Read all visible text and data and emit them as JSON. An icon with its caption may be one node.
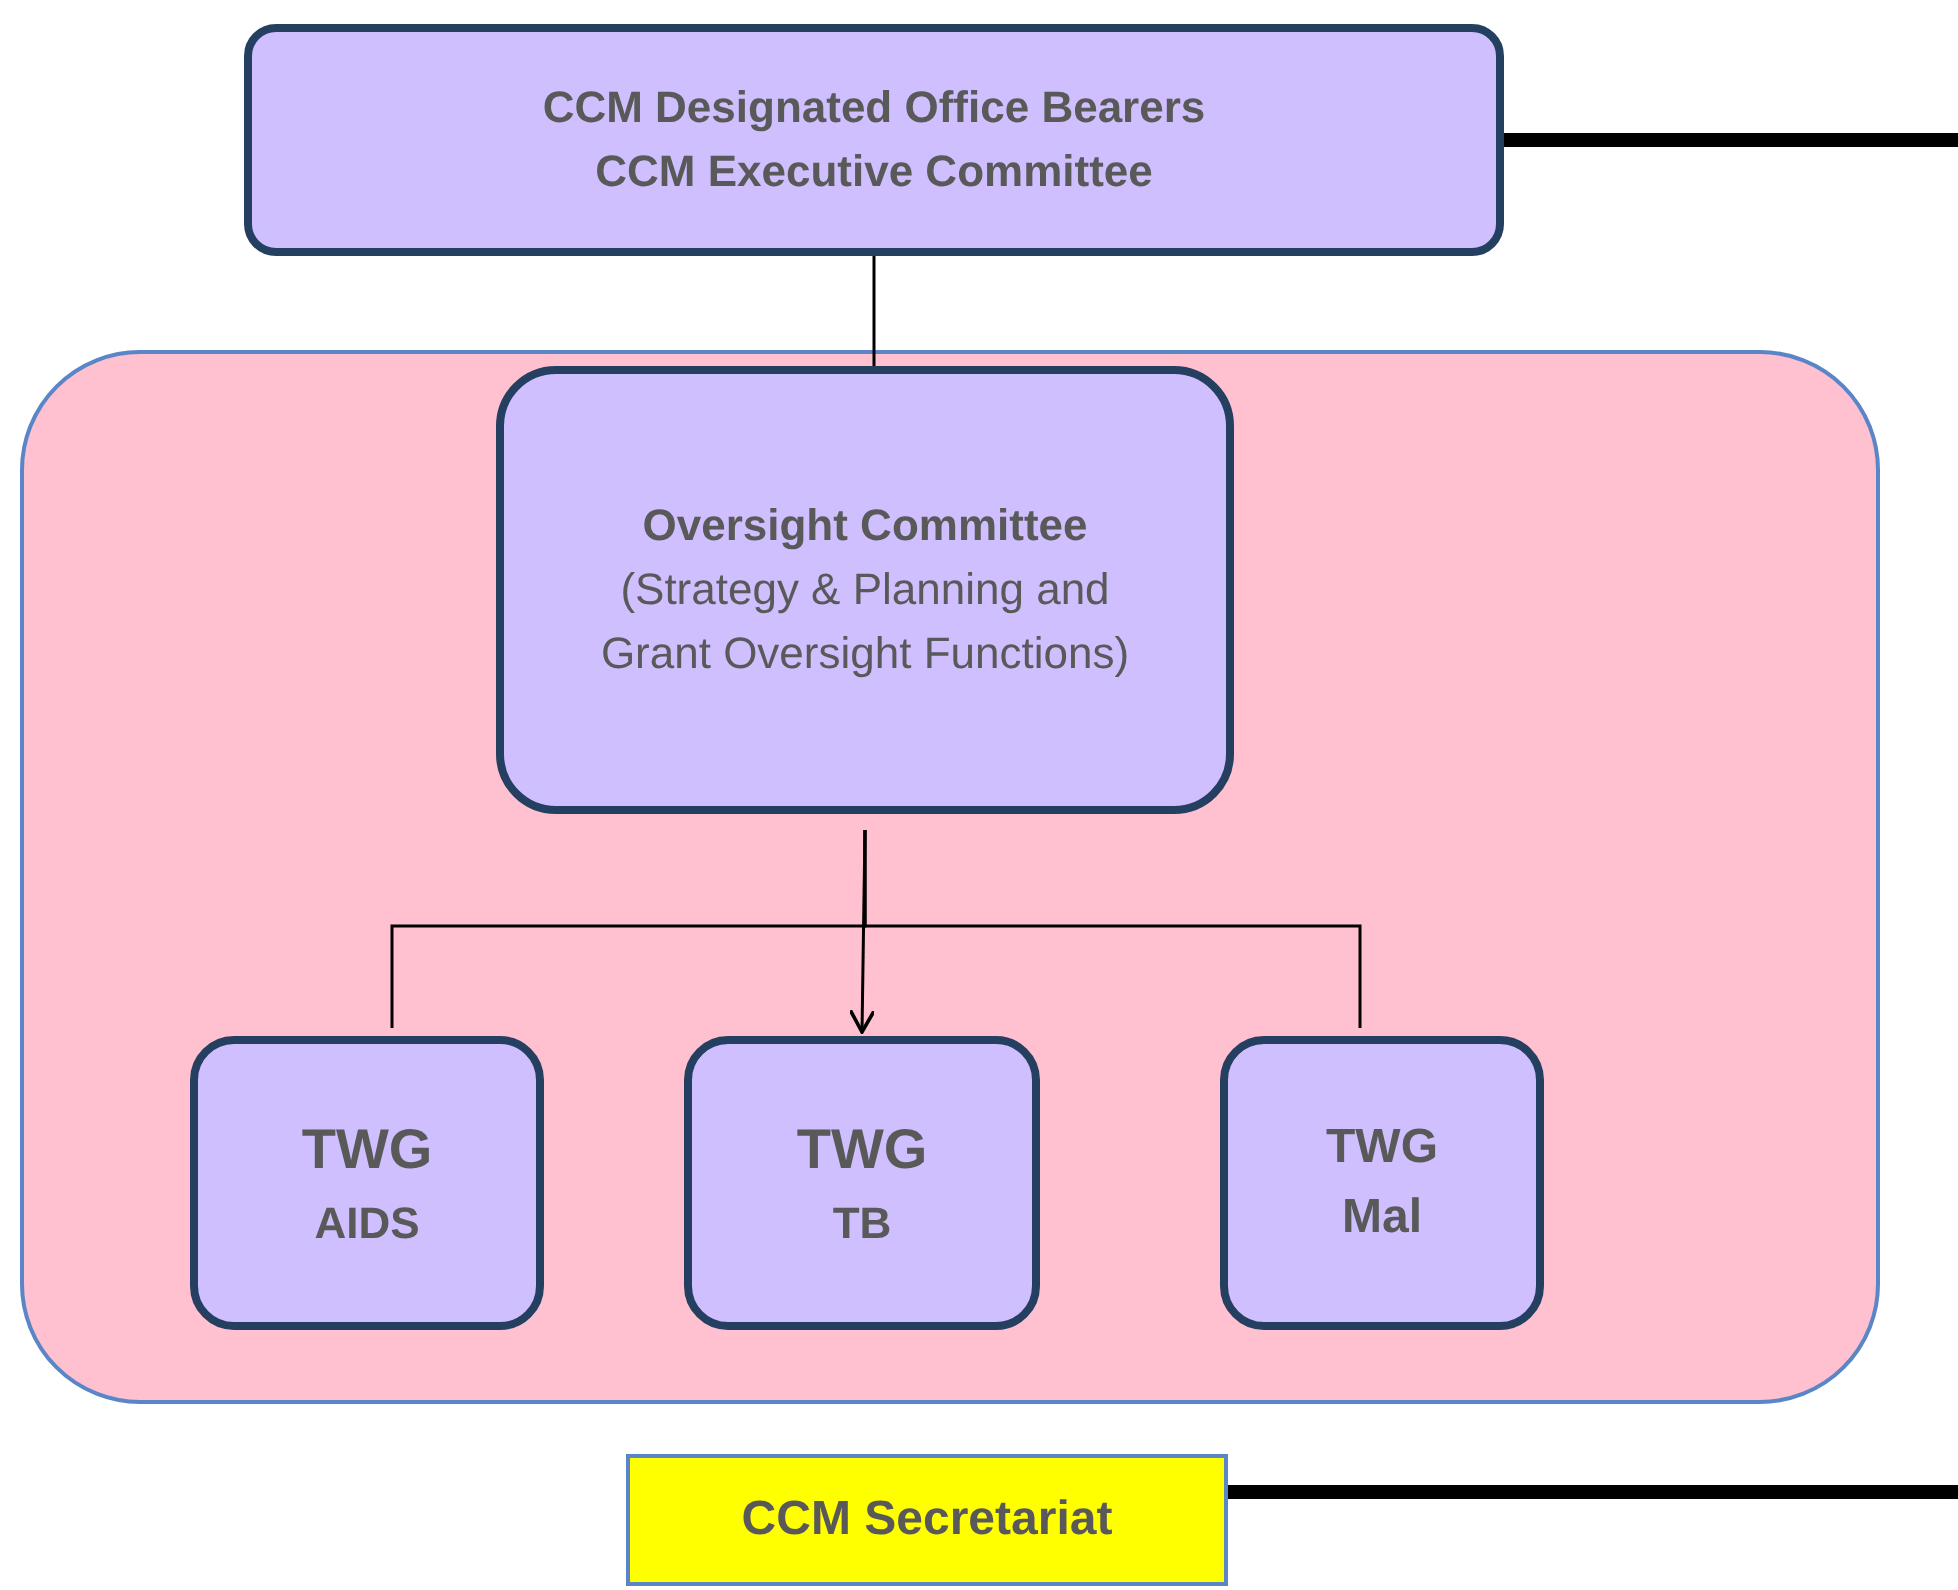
{
  "diagram": {
    "nodes": [
      {
        "text": [
          "CCM Designated Office Bearers",
          "CCM Executive Committee"
        ]
      },
      {
        "text": [],
        "shape": "box"
      },
      {
        "text": [
          "Oversight Committee",
          "(Strategy & Planning and Grant Oversight Functions)"
        ],
        "in": 1
      },
      {
        "text": [
          "TWG",
          "AIDS"
        ],
        "in": 1
      },
      {
        "text": [
          "TWG",
          "TB"
        ],
        "in": 1
      },
      {
        "text": [
          "TWG",
          "Mal"
        ],
        "in": 1
      },
      {
        "text": [
          "CCM Secretariat"
        ]
      }
    ],
    "edges": [
      {
        "from": 0,
        "to": 2,
        "arrow": "none"
      },
      {
        "from": 2,
        "to": 3,
        "arrow": "none"
      },
      {
        "from": 2,
        "to": 4,
        "arrow": "to"
      },
      {
        "from": 2,
        "to": 5,
        "arrow": "none"
      },
      {
        "from": 0,
        "to": null,
        "arrow": "none",
        "style": "thick"
      },
      {
        "from": 6,
        "to": null,
        "arrow": "none",
        "style": "thick"
      }
    ]
  }
}
